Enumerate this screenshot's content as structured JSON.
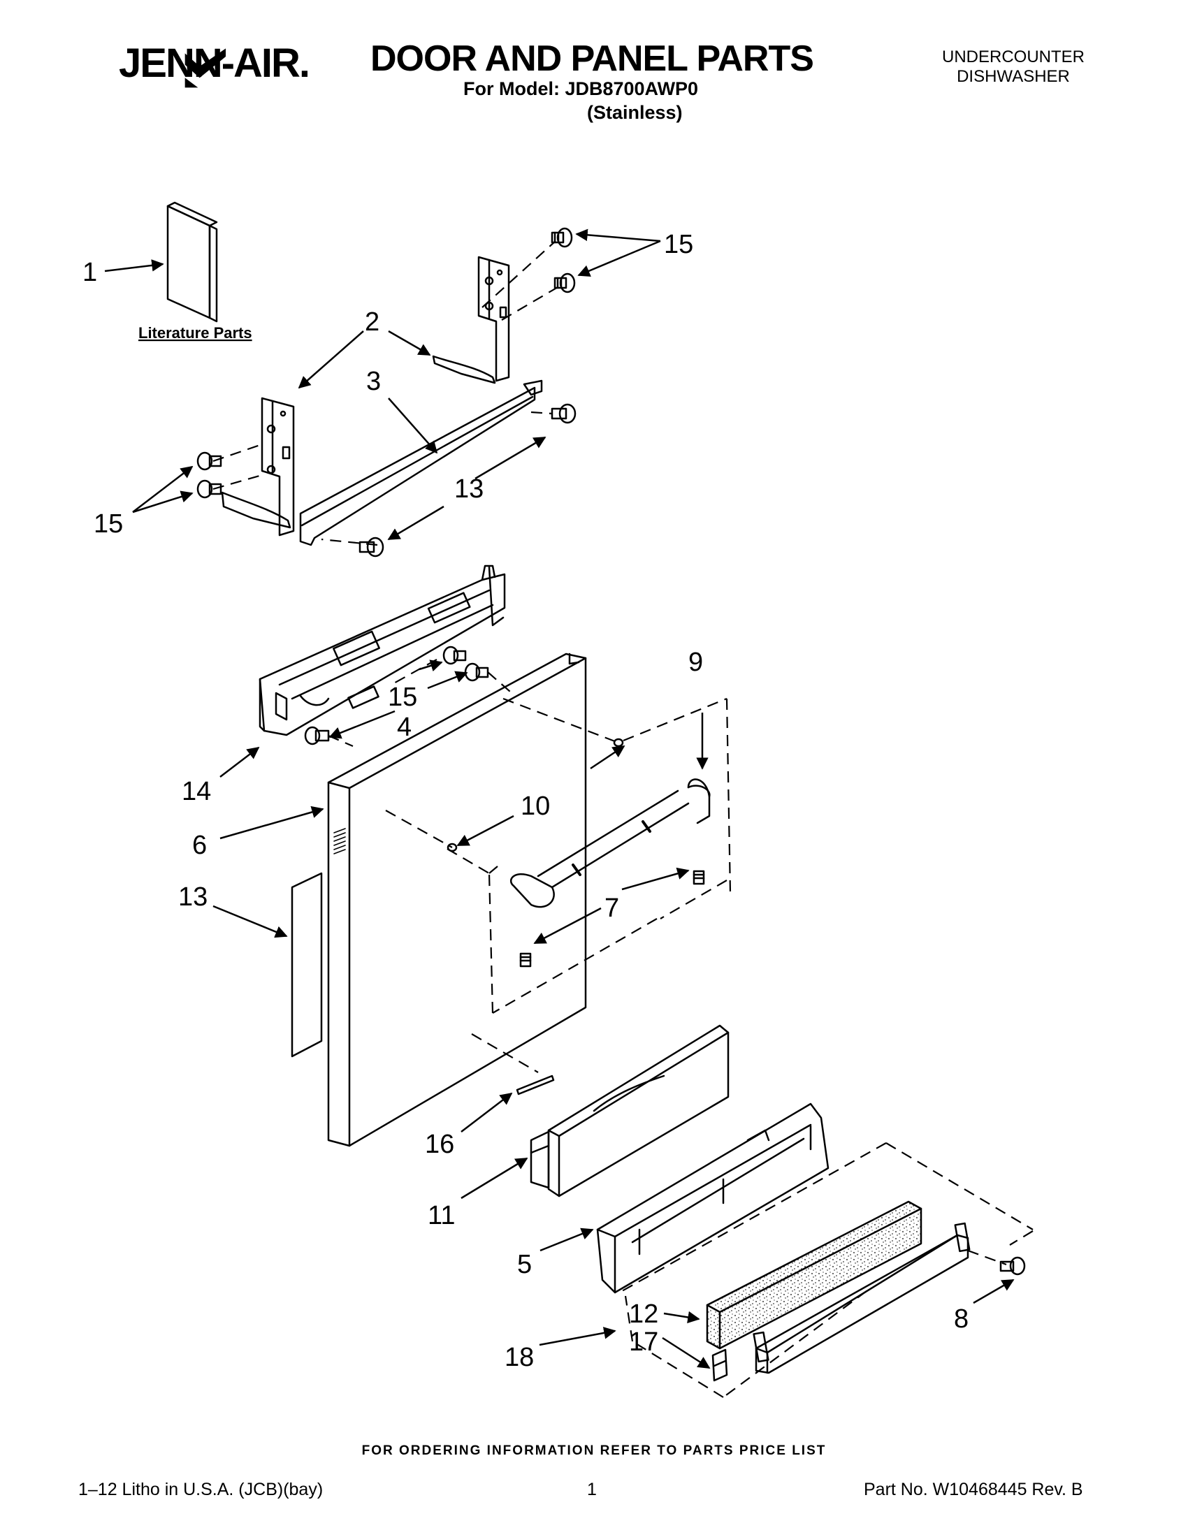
{
  "header": {
    "brand": "JENN-AIR.",
    "title": "DOOR AND PANEL PARTS",
    "model_line": "For Model: JDB8700AWP0",
    "variant": "(Stainless)",
    "product_type_line1": "UNDERCOUNTER",
    "product_type_line2": "DISHWASHER"
  },
  "diagram": {
    "literature_label": "Literature Parts",
    "callouts": {
      "c1": "1",
      "c2": "2",
      "c3": "3",
      "c4": "4",
      "c5": "5",
      "c6": "6",
      "c7": "7",
      "c8": "8",
      "c9": "9",
      "c10": "10",
      "c11": "11",
      "c12": "12",
      "c13a": "13",
      "c13b": "13",
      "c14": "14",
      "c15a": "15",
      "c15b": "15",
      "c15c": "15",
      "c16": "16",
      "c17": "17",
      "c18": "18"
    }
  },
  "footer": {
    "ordering_note": "FOR ORDERING INFORMATION REFER TO PARTS PRICE LIST",
    "litho": "1–12 Litho in U.S.A. (JCB)(bay)",
    "page": "1",
    "part_no": "Part No. W10468445 Rev. B"
  }
}
